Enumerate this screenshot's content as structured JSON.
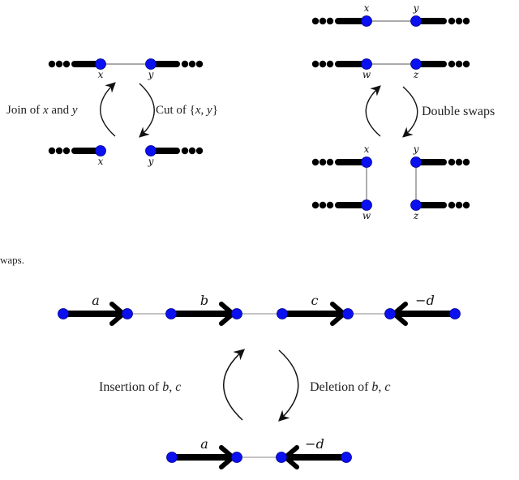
{
  "colors": {
    "vertex": "#0a10f0",
    "vertex_stroke": "#00008a",
    "edge": "#000000",
    "thin_edge": "#777777",
    "arrow": "#111111"
  },
  "panel_left": {
    "top_labels": {
      "left": "x",
      "right": "y"
    },
    "bottom_labels": {
      "left": "x",
      "right": "y"
    },
    "left_arrow_label": "Join of x and y",
    "left_arrow_label_parts": [
      "Join of ",
      "x",
      " and ",
      "y"
    ],
    "right_arrow_label_parts": [
      "Cut of {",
      "x",
      ", ",
      "y",
      "}"
    ]
  },
  "panel_right": {
    "row1_labels": {
      "left": "x",
      "right": "y"
    },
    "row2_labels": {
      "left": "w",
      "right": "z"
    },
    "row3_labels": {
      "left": "x",
      "right": "y"
    },
    "row4_labels": {
      "left": "w",
      "right": "z"
    },
    "arrow_label": "Double swaps"
  },
  "caption_fragment": "waps.",
  "panel_bottom": {
    "top_edge_labels": [
      "a",
      "b",
      "c",
      "−d"
    ],
    "bottom_edge_labels": [
      "a",
      "−d"
    ],
    "left_arrow_label_parts": [
      "Insertion of ",
      "b",
      ", ",
      "c"
    ],
    "right_arrow_label_parts": [
      "Deletion of ",
      "b",
      ", ",
      "c"
    ]
  }
}
